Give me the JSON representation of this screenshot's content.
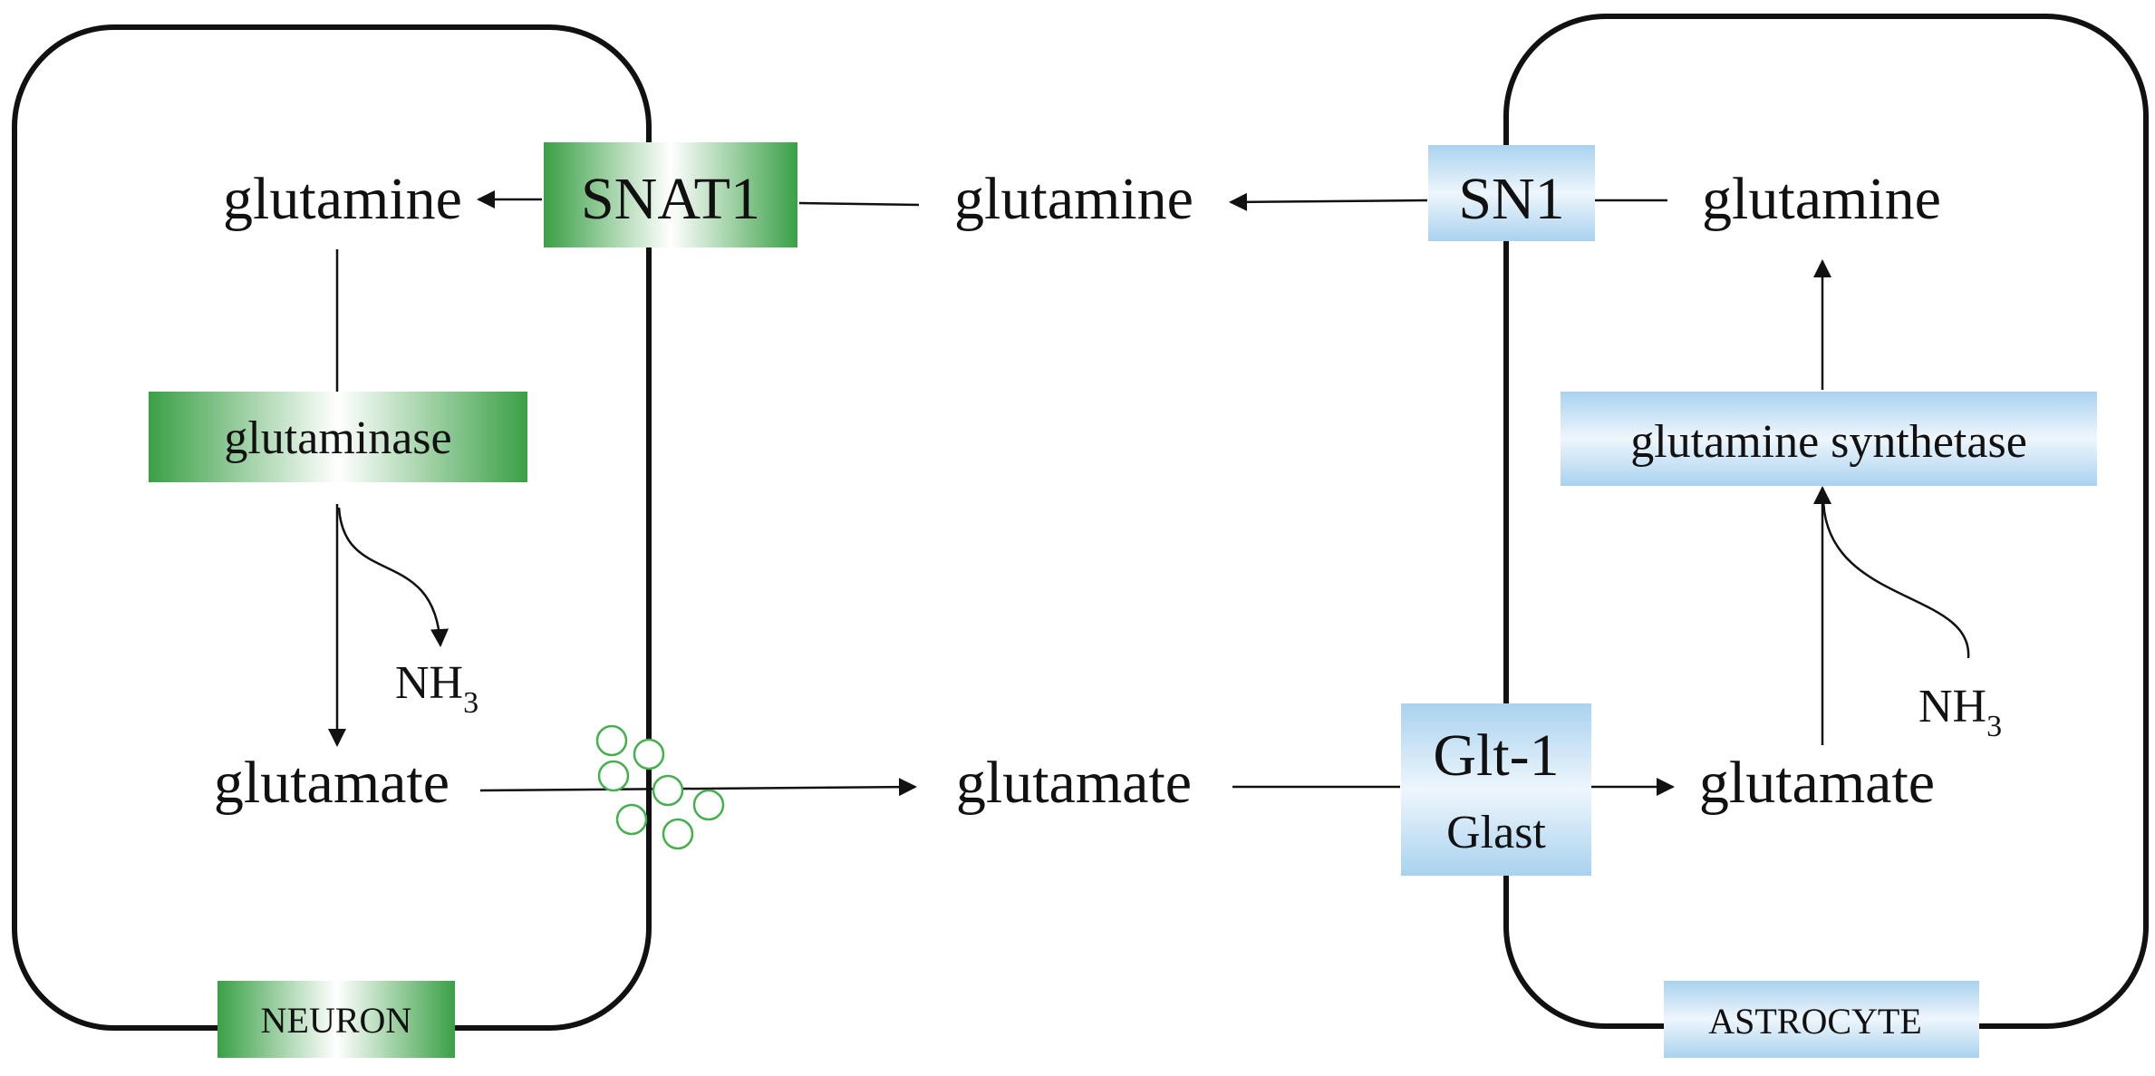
{
  "colors": {
    "neuron_green": "#3aa046",
    "astrocyte_blue": "#a9d2ef",
    "vesicle_green": "#45b04d",
    "line": "#111111"
  },
  "neuron": {
    "label": "NEURON",
    "glutamine": "glutamine",
    "glutaminase": "glutaminase",
    "nh": "NH",
    "nh_sub": "3",
    "glutamate": "glutamate",
    "transporter": "SNAT1"
  },
  "synapse": {
    "glutamine": "glutamine",
    "glutamate": "glutamate"
  },
  "astrocyte": {
    "label": "ASTROCYTE",
    "glutamine": "glutamine",
    "synthetase": "glutamine synthetase",
    "nh": "NH",
    "nh_sub": "3",
    "glutamate": "glutamate",
    "transporter": "SN1",
    "glu_transporter_1": "Glt-1",
    "glu_transporter_2": "Glast"
  }
}
